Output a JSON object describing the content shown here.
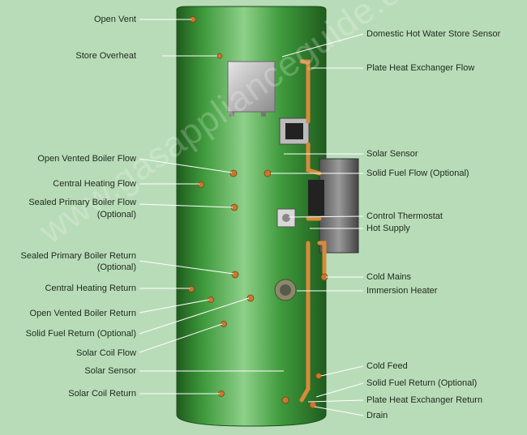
{
  "watermark": "www.gasapplianceguide.co.uk",
  "labels_left": [
    {
      "id": "open-vent",
      "text": "Open Vent"
    },
    {
      "id": "store-overheat",
      "text": "Store Overheat"
    },
    {
      "id": "open-vented-boiler-flow",
      "text": "Open Vented Boiler Flow"
    },
    {
      "id": "central-heating-flow",
      "text": "Central Heating Flow"
    },
    {
      "id": "sealed-primary-boiler-flow-1",
      "text": "Sealed Primary Boiler Flow"
    },
    {
      "id": "sealed-primary-boiler-flow-2",
      "text": "(Optional)"
    },
    {
      "id": "sealed-primary-boiler-return-1",
      "text": "Sealed Primary Boiler Return"
    },
    {
      "id": "sealed-primary-boiler-return-2",
      "text": "(Optional)"
    },
    {
      "id": "central-heating-return",
      "text": "Central Heating Return"
    },
    {
      "id": "open-vented-boiler-return",
      "text": "Open Vented Boiler Return"
    },
    {
      "id": "solid-fuel-return-left",
      "text": "Solid Fuel Return (Optional)"
    },
    {
      "id": "solar-coil-flow",
      "text": "Solar Coil Flow"
    },
    {
      "id": "solar-sensor-left",
      "text": "Solar Sensor"
    },
    {
      "id": "solar-coil-return",
      "text": "Solar Coil Return"
    }
  ],
  "labels_right": [
    {
      "id": "domestic-hot-water-store-sensor",
      "text": "Domestic Hot Water Store Sensor"
    },
    {
      "id": "plate-heat-exchanger-flow",
      "text": "Plate Heat Exchanger Flow"
    },
    {
      "id": "solar-sensor-right",
      "text": "Solar Sensor"
    },
    {
      "id": "solid-fuel-flow",
      "text": "Solid Fuel Flow (Optional)"
    },
    {
      "id": "control-thermostat",
      "text": "Control Thermostat"
    },
    {
      "id": "hot-supply",
      "text": "Hot Supply"
    },
    {
      "id": "cold-mains",
      "text": "Cold Mains"
    },
    {
      "id": "immersion-heater",
      "text": "Immersion Heater"
    },
    {
      "id": "cold-feed",
      "text": "Cold Feed"
    },
    {
      "id": "solid-fuel-return-right",
      "text": "Solid Fuel Return (Optional)"
    },
    {
      "id": "plate-heat-exchanger-return",
      "text": "Plate Heat Exchanger Return"
    },
    {
      "id": "drain",
      "text": "Drain"
    }
  ],
  "colors": {
    "cylinder": "#3f9a3c",
    "cylinder_dark": "#1f5c1e",
    "cylinder_light": "#8ed08a",
    "pipe": "#d98a3a",
    "fitting": "#b86a2a",
    "background": "#b9dcb8"
  }
}
